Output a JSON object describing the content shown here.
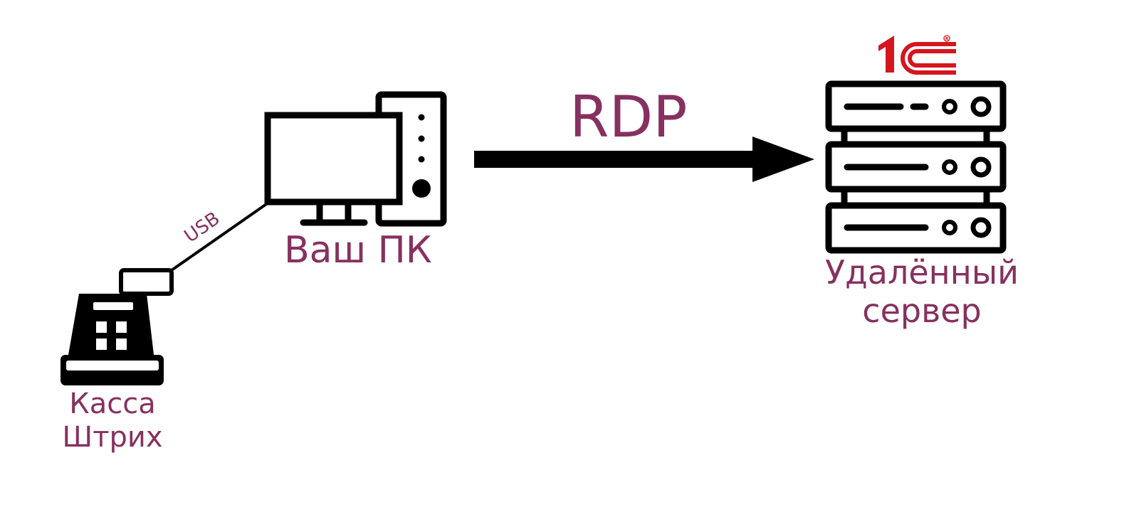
{
  "diagram": {
    "nodes": {
      "cash_register": {
        "label_line1": "Касса",
        "label_line2": "Штрих",
        "icon": "cash-register-icon"
      },
      "pc": {
        "label": "Ваш ПК",
        "icon": "desktop-computer-icon"
      },
      "server": {
        "label_line1": "Удалённый",
        "label_line2": "сервер",
        "icon": "server-rack-icon",
        "logo": "1С",
        "logo_mark": "®"
      }
    },
    "edges": {
      "usb": {
        "label": "USB"
      },
      "rdp": {
        "label": "RDP"
      }
    },
    "colors": {
      "label_text": "#86315f",
      "icon_stroke": "#000000",
      "logo_red": "#d6161e"
    }
  }
}
